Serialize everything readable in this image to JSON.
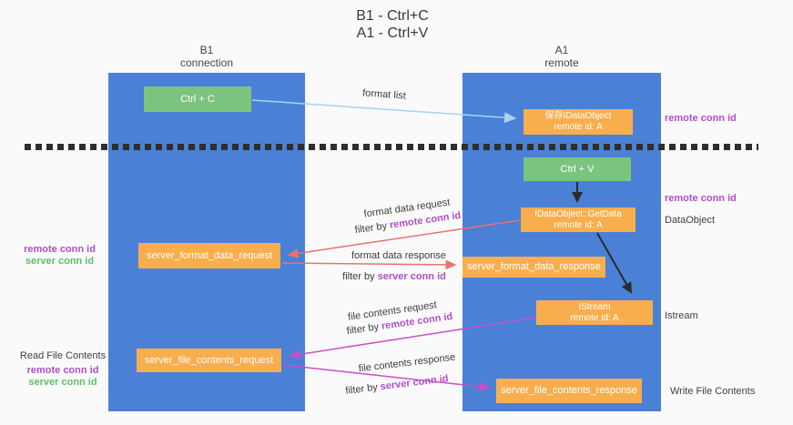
{
  "title": {
    "line1": "B1 - Ctrl+C",
    "line2": "A1 - Ctrl+V"
  },
  "lanes": {
    "left": {
      "name": "B1",
      "role": "connection"
    },
    "right": {
      "name": "A1",
      "role": "remote"
    }
  },
  "nodes": {
    "ctrl_c": {
      "label": "Ctrl + C"
    },
    "save_dataobject": {
      "line1": "保存IDataObject",
      "line2": "remote id: A"
    },
    "ctrl_v": {
      "label": "Ctrl + V"
    },
    "getdata": {
      "line1": "IDataObject::GetData",
      "line2": "remote id: A"
    },
    "server_format_data_request": {
      "label": "server_format_data_request"
    },
    "server_format_data_response": {
      "label": "server_format_data_response"
    },
    "istream": {
      "line1": "IStream",
      "line2": "remote id: A"
    },
    "server_file_contents_request": {
      "label": "server_file_contents_request"
    },
    "server_file_contents_response": {
      "label": "server_file_contents_response"
    }
  },
  "arrow_labels": {
    "format_list": "format list",
    "format_data_request": "format data request",
    "format_data_response": "format data response",
    "file_contents_request": "file contents request",
    "file_contents_response": "file contents response",
    "filter_by": "filter by ",
    "remote_conn_id": "remote conn id",
    "server_conn_id": "server conn id"
  },
  "side_labels": {
    "right_top_remote_conn_id": "remote conn id",
    "right_mid_remote_conn_id": "remote conn id",
    "dataobject": "DataObject",
    "istream": "Istream",
    "write_file_contents": "Write File Contents",
    "read_file_contents": "Read File Contents",
    "left_remote_conn_id": "remote conn id",
    "left_server_conn_id": "server conn id",
    "bottom_remote_conn_id": "remote conn id",
    "bottom_server_conn_id": "server conn id"
  },
  "colors": {
    "lane_blue": "#4A80D6",
    "node_green": "#7BC47E",
    "node_orange": "#F9AE4D",
    "conn_id_purple": "#AE4FC8",
    "conn_id_green": "#5CBE6B",
    "arrow_red": "#ED7070",
    "arrow_magenta": "#C750C8",
    "arrow_lightblue": "#A9D3F2",
    "dashed_line": "#2E2E2E",
    "text_dark": "#3C3C3C"
  }
}
